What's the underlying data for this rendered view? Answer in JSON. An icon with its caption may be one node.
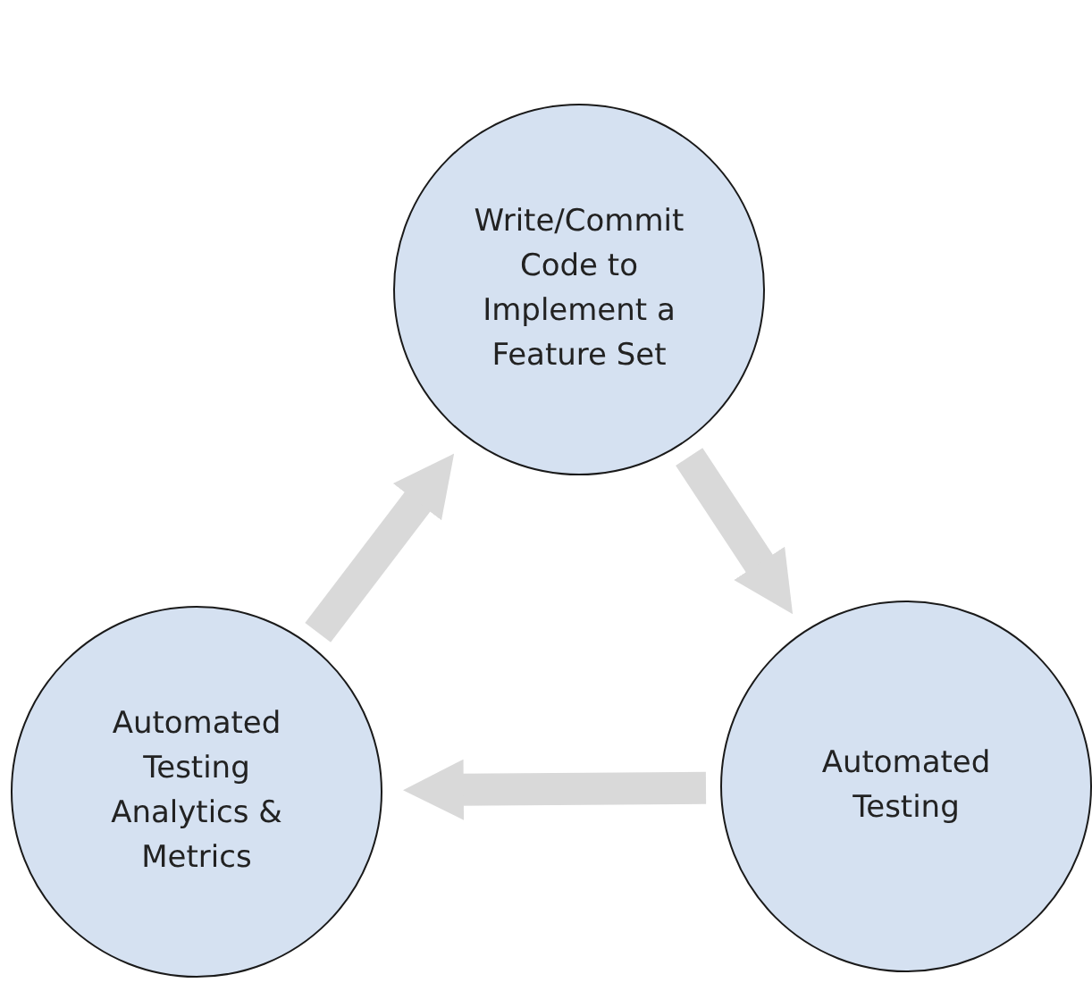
{
  "diagram": {
    "nodes": [
      {
        "text": [
          "Write/Commit Code to Implement a Feature Set"
        ]
      },
      {
        "text": [
          "Automated Testing"
        ]
      },
      {
        "text": [
          "Automated Testing Analytics & Metrics"
        ]
      }
    ],
    "edges": [
      {
        "from": 0,
        "to": 1,
        "arrow": "to"
      },
      {
        "from": 1,
        "to": 2,
        "arrow": "to"
      },
      {
        "from": 2,
        "to": 0,
        "arrow": "to"
      }
    ]
  }
}
